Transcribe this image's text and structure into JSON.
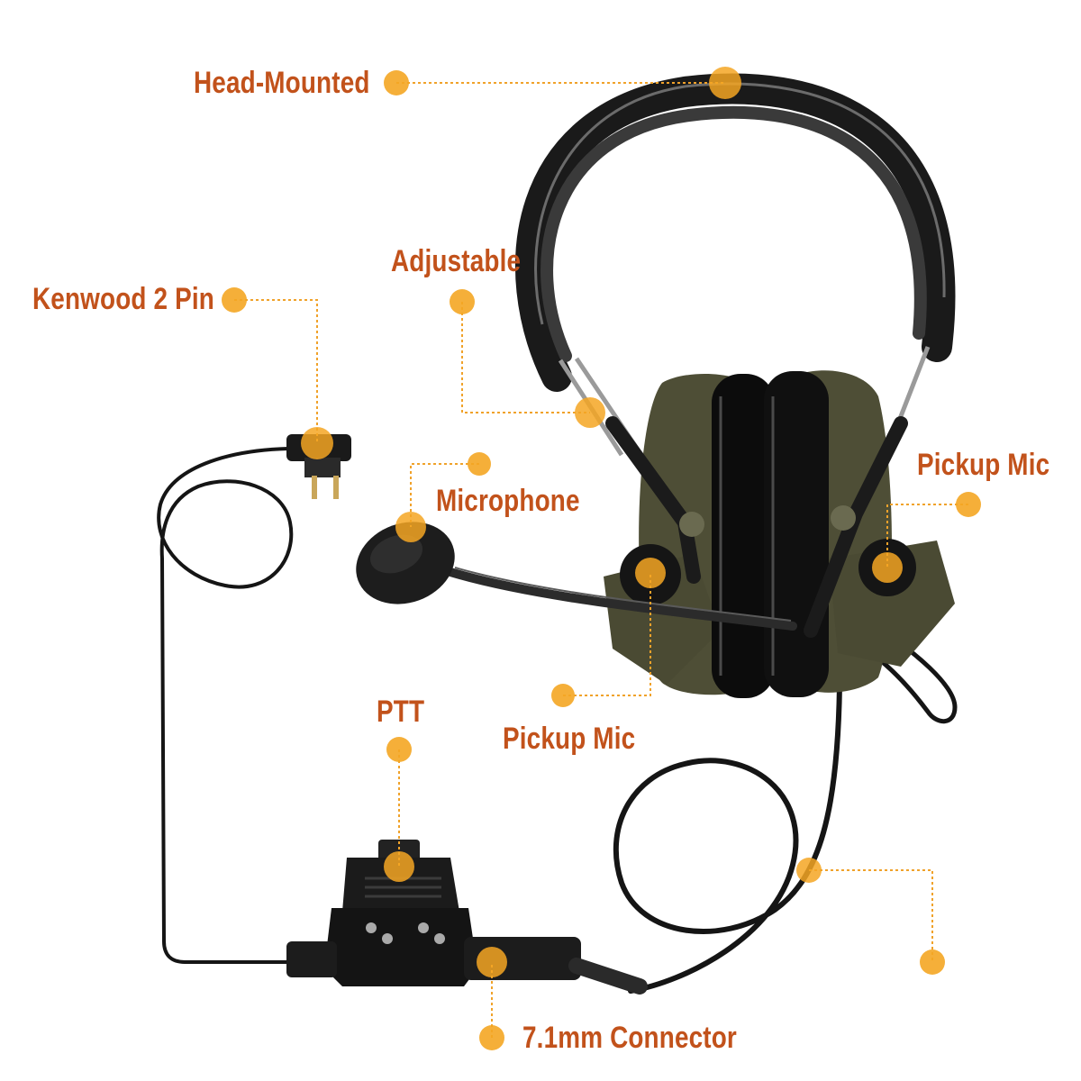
{
  "colors": {
    "label": "#c2521b",
    "dot": "#f4a623",
    "dot_center": "#f7b32b",
    "leader": "#f0a22a",
    "cable": "#151515",
    "cup": "#4e4e36",
    "cushion": "#0c0c0c",
    "headband": "#1a1a1a"
  },
  "labels": {
    "head_mounted": "Head-Mounted",
    "adjustable": "Adjustable",
    "kenwood": "Kenwood 2 Pin",
    "microphone": "Microphone",
    "pickup_mic_right": "Pickup Mic",
    "pickup_mic_left": "Pickup Mic",
    "ptt": "PTT",
    "connector": "7.1mm Connector"
  },
  "icons": {
    "product": "tactical-headset-photo",
    "marker": "callout-dot"
  }
}
